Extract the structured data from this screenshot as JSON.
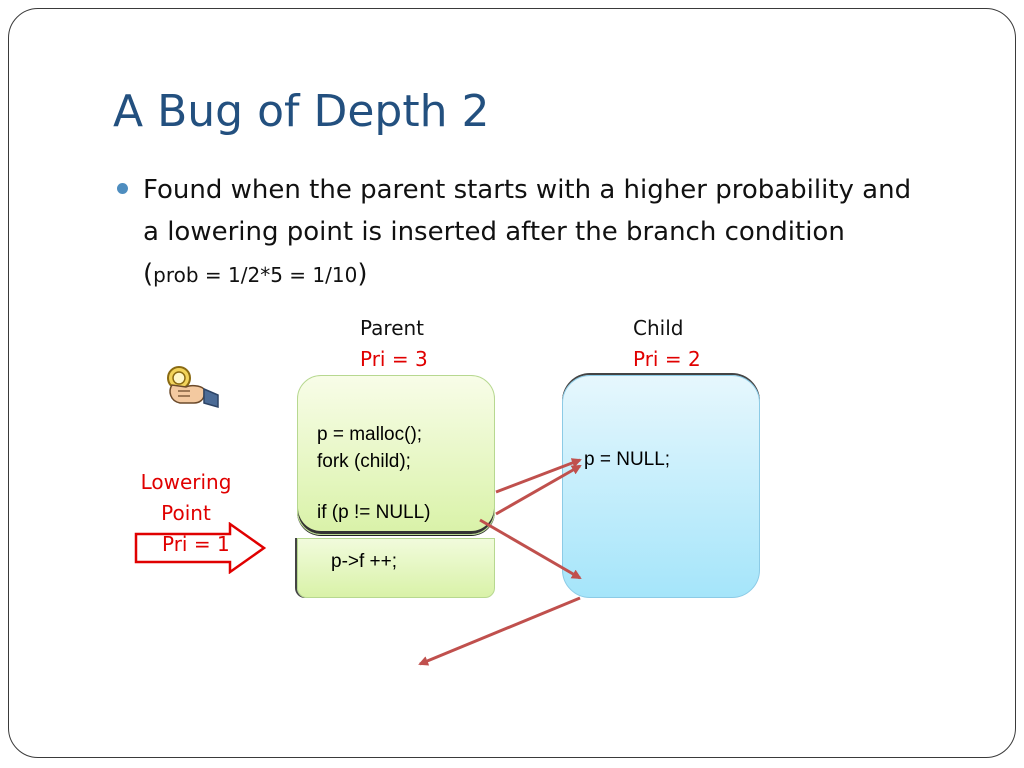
{
  "slide": {
    "title": "A Bug of Depth 2",
    "bullet": {
      "line1": "Found when the parent starts with a higher probability and",
      "line2": "a lowering point is inserted after the branch condition",
      "paren_open": "(",
      "prob_text": "prob = 1/2*5 = 1/10",
      "paren_close": ")"
    }
  },
  "parent": {
    "label": "Parent",
    "priority": "Pri = 3",
    "code_lines": "p = malloc();\nfork (child);",
    "condition": "if (p != NULL)",
    "after_lowering": "p->f ++;"
  },
  "child": {
    "label": "Child",
    "priority": "Pri = 2",
    "code": "p = NULL;"
  },
  "lowering_point": {
    "label": "Lowering Point",
    "priority": "Pri = 1"
  },
  "icons": {
    "hand": "hand-holding-magnifier-icon",
    "arrow": "block-arrow-right-icon"
  },
  "colors": {
    "title": "#23507f",
    "priority": "#e00000",
    "flow_arrows": "#c0504d",
    "parent_fill": "#d9f2a8",
    "child_fill": "#a5e5fa"
  }
}
